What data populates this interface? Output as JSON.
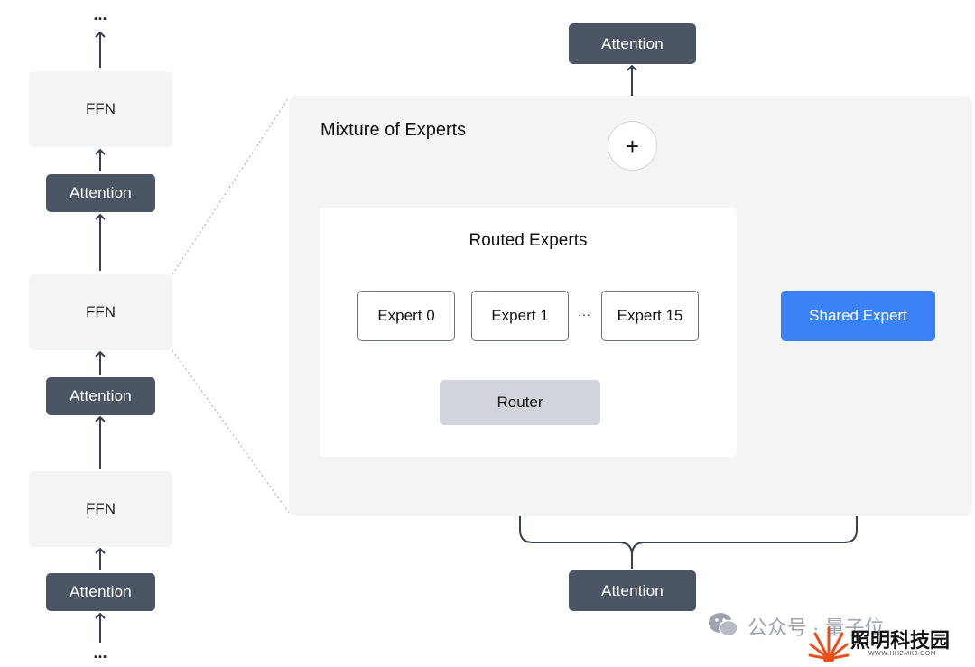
{
  "left_stack": {
    "top_ellipsis": "...",
    "bottom_ellipsis": "...",
    "ffn_label": "FFN",
    "attention_label": "Attention"
  },
  "moe": {
    "title": "Mixture of Experts",
    "routed": {
      "title": "Routed Experts",
      "experts": [
        "Expert 0",
        "Expert 1",
        "Expert 15"
      ],
      "ellipsis": "···",
      "router": "Router"
    },
    "shared_expert": "Shared Expert",
    "plus": "+",
    "top_attention": "Attention",
    "bottom_attention": "Attention"
  },
  "watermark": {
    "wechat_text": "公众号 · 量子位",
    "brand": "照明科技园",
    "url": "WWW.HHZMKJ.COM"
  },
  "colors": {
    "dark_block": "#4b5563",
    "light_block": "#f3f4f6",
    "router": "#d1d5db",
    "shared_expert": "#3b82f6",
    "line": "#374151"
  }
}
